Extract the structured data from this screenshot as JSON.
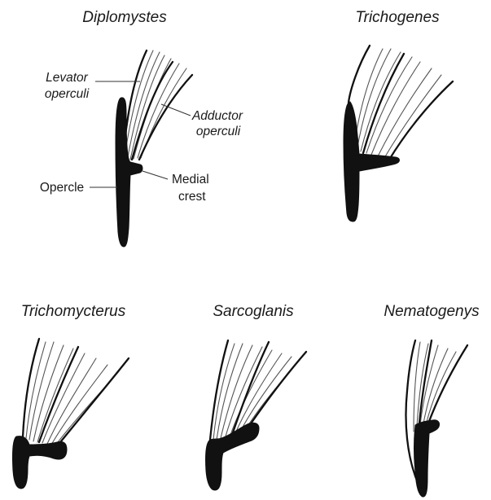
{
  "taxa": {
    "diplomystes": "Diplomystes",
    "trichogenes": "Trichogenes",
    "trichomycterus": "Trichomycterus",
    "sarcoglanis": "Sarcoglanis",
    "nematogenys": "Nematogenys"
  },
  "labels": {
    "levator_line1": "Levator",
    "levator_line2": "operculi",
    "adductor_line1": "Adductor",
    "adductor_line2": "operculi",
    "opercle": "Opercle",
    "medial_line1": "Medial",
    "medial_line2": "crest"
  },
  "colors": {
    "bone": "#111111",
    "muscle_fiber": "#555555",
    "text": "#1a1a1a"
  }
}
